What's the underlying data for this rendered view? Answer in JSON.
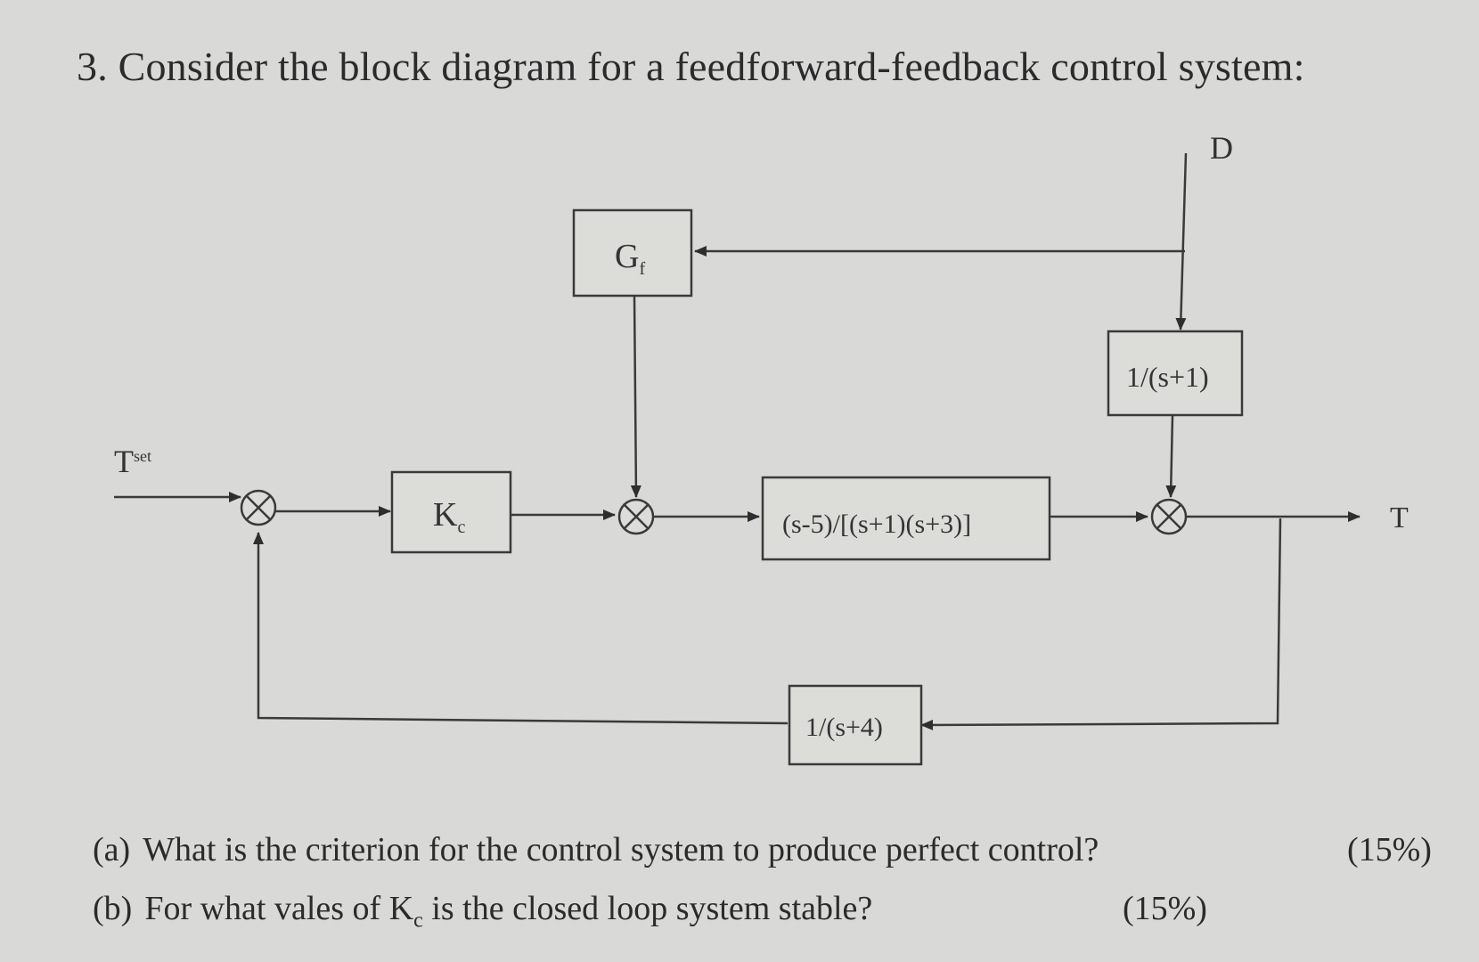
{
  "question": {
    "title": "3. Consider the block diagram for a feedforward-feedback control system:",
    "parts": [
      {
        "label": "(a)",
        "text": "What is the criterion for the control system to produce perfect control?",
        "points": "(15%)"
      },
      {
        "label": "(b)",
        "text_before": "For what vales of K",
        "text_sub": "c",
        "text_after": " is the closed loop system stable?",
        "points": "(15%)"
      }
    ]
  },
  "diagram": {
    "input_label": "T",
    "input_sup": "set",
    "disturbance_label": "D",
    "output_label": "T",
    "blocks": {
      "feedforward": {
        "main": "G",
        "sub": "f"
      },
      "controller": {
        "main": "K",
        "sub": "c"
      },
      "process": "(s-5)/[(s+1)(s+3)]",
      "disturbance": "1/(s+1)",
      "measurement": "1/(s+4)"
    }
  }
}
